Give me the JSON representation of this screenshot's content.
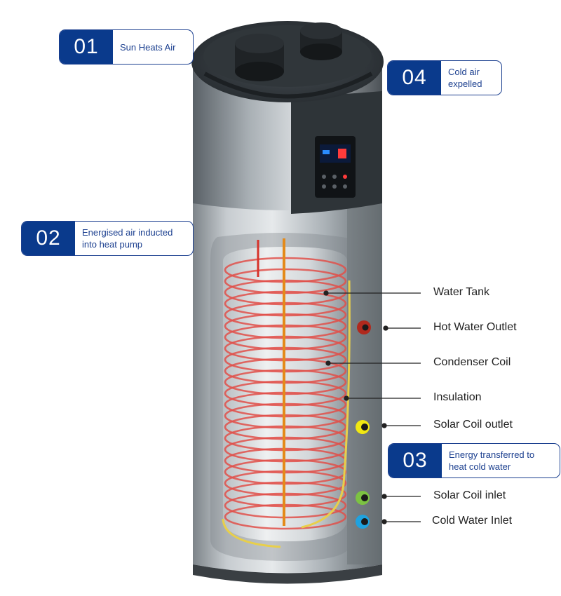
{
  "steps": [
    {
      "number": "01",
      "text": "Sun Heats Air"
    },
    {
      "number": "02",
      "text": "Energised air inducted into heat pump"
    },
    {
      "number": "03",
      "text": "Energy transferred to heat cold water"
    },
    {
      "number": "04",
      "text": "Cold air expelled"
    }
  ],
  "labels": {
    "water_tank": "Water Tank",
    "hot_water_outlet": "Hot Water Outlet",
    "condenser_coil": "Condenser Coil",
    "insulation": "Insulation",
    "solar_coil_outlet": "Solar Coil outlet",
    "solar_coil_inlet": "Solar Coil inlet",
    "cold_water_inlet": "Cold Water Inlet"
  },
  "colors": {
    "step_blue": "#0a3a8c",
    "coil_red": "#e0504a",
    "port_hot": "#b0291d",
    "port_solar_outlet": "#f1e812",
    "port_solar_inlet": "#7cc242",
    "port_cold": "#1fa2df"
  }
}
